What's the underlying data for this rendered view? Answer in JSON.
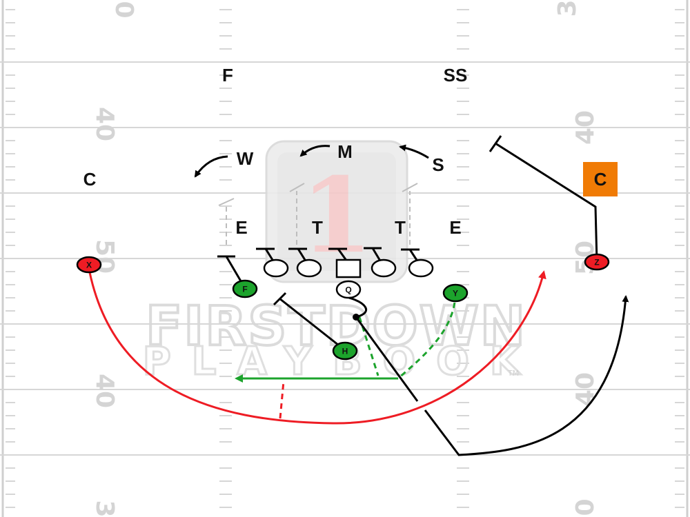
{
  "field": {
    "yard_numbers": {
      "left_top": "0",
      "left_40_upper": "40",
      "left_50": "50",
      "left_40_lower": "40",
      "left_bottom": "3",
      "right_top": "3",
      "right_40_upper": "40",
      "right_50": "50",
      "right_40_lower": "40",
      "right_bottom": "0"
    }
  },
  "watermark": {
    "logo_number": "1",
    "brand_line1": "FIRSTDOWN",
    "brand_line2": "PLAYBOOK",
    "trademark": "TM"
  },
  "defense": {
    "free_safety": "F",
    "strong_safety": "SS",
    "will": "W",
    "mike": "M",
    "sam": "S",
    "left_corner": "C",
    "right_corner": "C",
    "left_end": "E",
    "left_tackle": "T",
    "right_tackle": "T",
    "right_end": "E"
  },
  "offense": {
    "x": "X",
    "z": "Z",
    "f": "F",
    "y": "Y",
    "q": "Q",
    "h": "H"
  },
  "colors": {
    "primary_route": "#ee1c24",
    "secondary_route": "#1ca32c",
    "check_route": "#000000",
    "player_green": "#1ca32c",
    "player_red": "#ee1c24",
    "highlight_defender": "#f07b05",
    "yard_lines": "#d6d6d6"
  }
}
